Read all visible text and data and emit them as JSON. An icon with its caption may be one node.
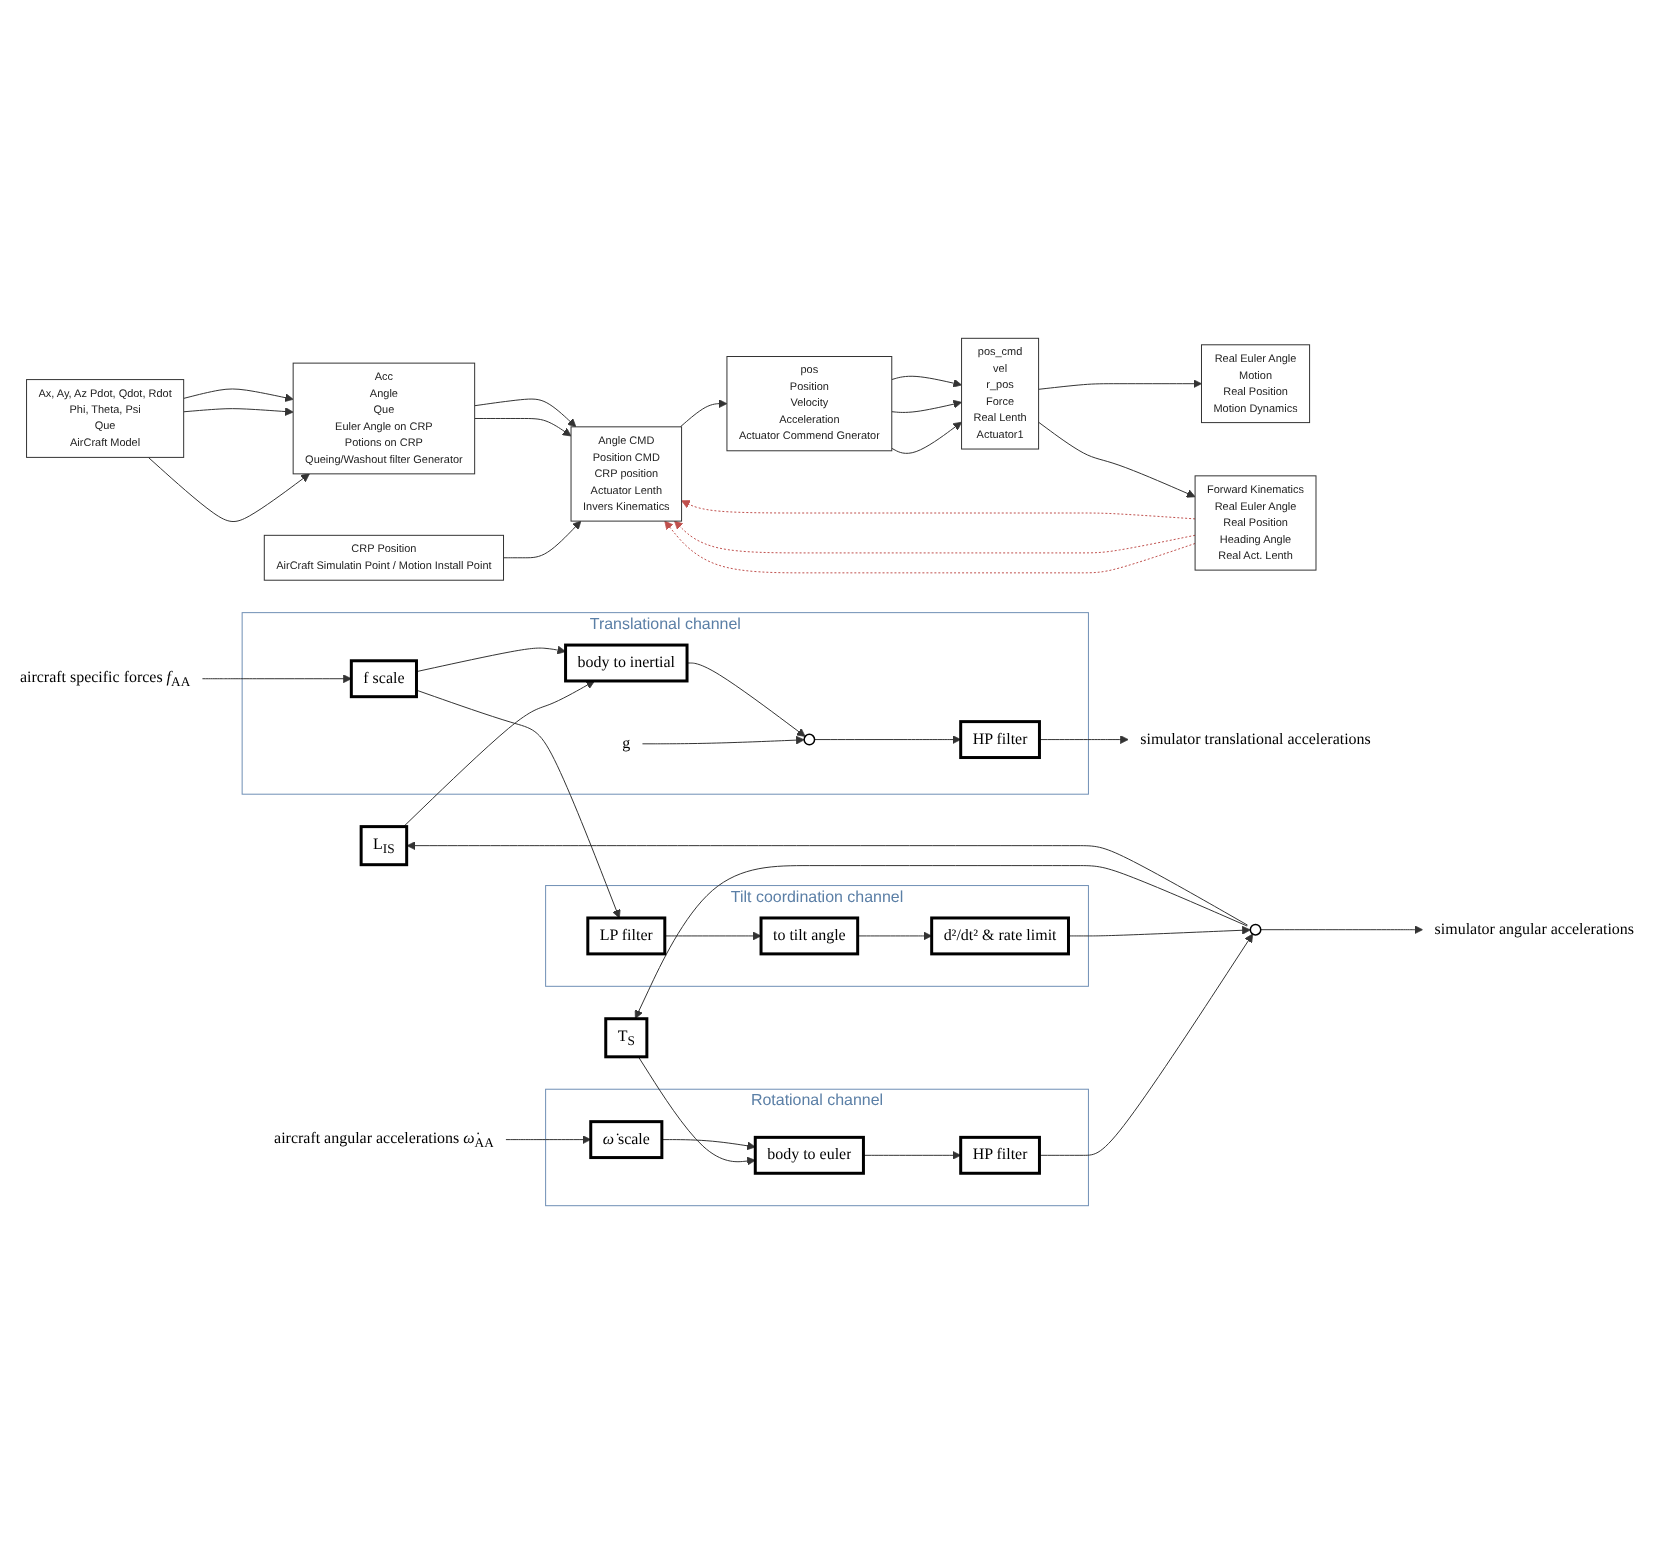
{
  "diagram": {
    "nodes": [
      {
        "text": [
          "Ax, Ay, Az Pdot, Qdot, Rdot",
          "Phi, Theta, Psi",
          "Que",
          "AirCraft Model"
        ]
      },
      {
        "text": [
          "Acc",
          "Angle",
          "Que",
          "Euler Angle on CRP",
          "Potions on CRP",
          "Queing/Washout filter Generator"
        ]
      },
      {
        "text": [
          "CRP Position",
          "AirCraft Simulatin Point / Motion Install Point"
        ]
      },
      {
        "text": [
          "Angle CMD",
          "Position CMD",
          "CRP position",
          "Actuator Lenth",
          "Invers Kinematics"
        ]
      },
      {
        "text": [
          "pos",
          "Position",
          "Velocity",
          "Acceleration",
          "Actuator Commend Gnerator"
        ]
      },
      {
        "text": [
          "pos_cmd",
          "vel",
          "r_pos",
          "Force",
          "Real Lenth",
          "Actuator1"
        ]
      },
      {
        "text": [
          "Real Euler Angle",
          "Motion",
          "Real Position",
          "Motion Dynamics"
        ]
      },
      {
        "text": [
          "Forward Kinematics",
          "Real Euler Angle",
          "Real Position",
          "Heading Angle",
          "Real Act. Lenth"
        ]
      },
      {
        "text": [
          "aircraft specific forces *f*$_{AA}$"
        ]
      },
      {
        "text": [
          "Translational channel"
        ]
      },
      {
        "text": [
          "f scale"
        ],
        "in": 9
      },
      {
        "text": [
          "L$_{IS}$"
        ]
      },
      {
        "text": [
          "body to inertial"
        ],
        "in": 9
      },
      {
        "text": [],
        "shape": "circle",
        "in": 9
      },
      {
        "text": [
          "g"
        ],
        "in": 9
      },
      {
        "text": [
          "HP filter"
        ],
        "in": 9
      },
      {
        "text": [
          "simulator translational accelerations"
        ]
      },
      {
        "text": [
          "Tilt coordination channel"
        ]
      },
      {
        "text": [
          "LP filter"
        ],
        "in": 17
      },
      {
        "text": [
          "to tilt angle"
        ],
        "in": 17
      },
      {
        "text": [
          "d²/dt² & rate limit"
        ],
        "in": 17
      },
      {
        "text": [
          "aircraft angular accelerations *ω̇*$_{AA}$"
        ]
      },
      {
        "text": [
          "Rotational channel"
        ]
      },
      {
        "text": [
          "*ω̇* scale"
        ],
        "in": 22
      },
      {
        "text": [
          "body to euler"
        ],
        "in": 22
      },
      {
        "text": [
          "HP filter"
        ],
        "in": 22
      },
      {
        "text": [],
        "shape": "circle"
      },
      {
        "text": [
          "simulator angular accelerations"
        ]
      },
      {
        "text": [
          "T$_{S}$"
        ]
      }
    ],
    "edges": [
      {
        "from": 0,
        "to": 1,
        "arrow": "to"
      },
      {
        "from": 0,
        "to": 1,
        "arrow": "to"
      },
      {
        "from": 0,
        "to": 1,
        "arrow": "to"
      },
      {
        "from": 1,
        "to": 3,
        "arrow": "to"
      },
      {
        "from": 1,
        "to": 3,
        "arrow": "to"
      },
      {
        "from": 2,
        "to": 3,
        "arrow": "to"
      },
      {
        "from": 3,
        "to": 4,
        "arrow": "to"
      },
      {
        "from": 4,
        "to": 5,
        "arrow": "to"
      },
      {
        "from": 4,
        "to": 5,
        "arrow": "to"
      },
      {
        "from": 4,
        "to": 5,
        "arrow": "to"
      },
      {
        "from": 5,
        "to": 6,
        "arrow": "to"
      },
      {
        "from": 5,
        "to": 7,
        "arrow": "to"
      },
      {
        "from": 7,
        "to": 3,
        "arrow": "to",
        "style": "dashed",
        "color": "#c0504d"
      },
      {
        "from": 7,
        "to": 3,
        "arrow": "to",
        "style": "dashed",
        "color": "#c0504d"
      },
      {
        "from": 7,
        "to": 3,
        "arrow": "to",
        "style": "dashed",
        "color": "#c0504d"
      },
      {
        "from": 26,
        "to": 11,
        "arrow": "to"
      },
      {
        "from": 26,
        "to": 28,
        "arrow": "to"
      },
      {
        "from": 8,
        "to": 10,
        "arrow": "to"
      },
      {
        "from": 10,
        "to": 12,
        "arrow": "to"
      },
      {
        "from": 11,
        "to": 12,
        "arrow": "to"
      },
      {
        "from": 12,
        "to": 13,
        "arrow": "to"
      },
      {
        "from": 14,
        "to": 13,
        "arrow": "to"
      },
      {
        "from": 13,
        "to": 15,
        "arrow": "to"
      },
      {
        "from": 15,
        "to": 16,
        "arrow": "to"
      },
      {
        "from": 10,
        "to": 18,
        "arrow": "to"
      },
      {
        "from": 18,
        "to": 19,
        "arrow": "to"
      },
      {
        "from": 19,
        "to": 20,
        "arrow": "to"
      },
      {
        "from": 20,
        "to": 26,
        "arrow": "to"
      },
      {
        "from": 21,
        "to": 23,
        "arrow": "to"
      },
      {
        "from": 23,
        "to": 24,
        "arrow": "to"
      },
      {
        "from": 24,
        "to": 25,
        "arrow": "to"
      },
      {
        "from": 25,
        "to": 26,
        "arrow": "to"
      },
      {
        "from": 28,
        "to": 24,
        "arrow": "to"
      },
      {
        "from": 26,
        "to": 27,
        "arrow": "to"
      }
    ]
  }
}
